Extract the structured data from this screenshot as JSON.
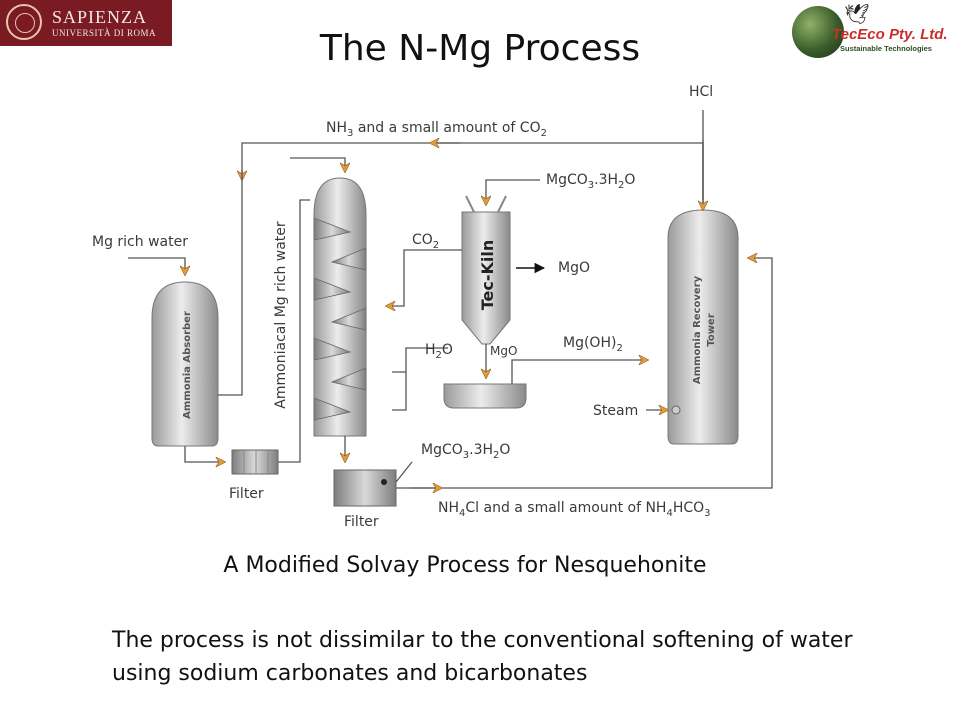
{
  "title": "The N-Mg Process",
  "logos": {
    "left_wordmark": "SAPIENZA",
    "left_sub": "UNIVERSITÀ DI ROMA",
    "right_name": "TecEco Pty. Ltd.",
    "right_tag": "Sustainable Technologies"
  },
  "labels": {
    "hcl": "HCl",
    "nh3_main": "NH",
    "nh3_sub": "3",
    "nh3_rest": " and a small amount of CO",
    "nh3_co2_sub": "2",
    "mgco3_top_main": "MgCO",
    "mgco3_top_sub": "3",
    "mgco3_top_rest": ".3H",
    "mgco3_top_h2sub": "2",
    "mgco3_top_end": "O",
    "mg_rich_water": "Mg rich water",
    "co2_main": "CO",
    "co2_sub": "2",
    "mgo_out": "MgO",
    "tec_kiln": "Tec-Kiln",
    "ammoniacal": "Ammoniacal Mg rich water",
    "ammonia_absorber": "Ammonia Absorber",
    "ammonia_recovery_1": "Ammonia Recovery",
    "ammonia_recovery_2": "Tower",
    "h2o_main": "H",
    "h2o_sub": "2",
    "h2o_end": "O",
    "mgo_small": "MgO",
    "mgoh2_main": "Mg(OH)",
    "mgoh2_sub": "2",
    "steam": "Steam",
    "mgco3_bot_main": "MgCO",
    "mgco3_bot_sub": "3",
    "mgco3_bot_rest": ".3H",
    "mgco3_bot_h2sub": "2",
    "mgco3_bot_end": "O",
    "filter_left": "Filter",
    "filter_bottom": "Filter",
    "nh4cl_main": "NH",
    "nh4cl_sub": "4",
    "nh4cl_rest": "Cl and a small amount of NH",
    "nh4cl_sub2": "4",
    "nh4cl_rest2": "HCO",
    "nh4cl_sub3": "3"
  },
  "subtitle": "A Modified Solvay Process for Nesquehonite",
  "caption": "The process is not dissimilar to the conventional softening of water using sodium carbonates and bicarbonates",
  "colors": {
    "arrow": "#e39a3d",
    "line": "#555555",
    "vessel_light": "#e6e6e6",
    "vessel_dark": "#8a8a8a",
    "logo_maroon": "#7a1a22"
  }
}
